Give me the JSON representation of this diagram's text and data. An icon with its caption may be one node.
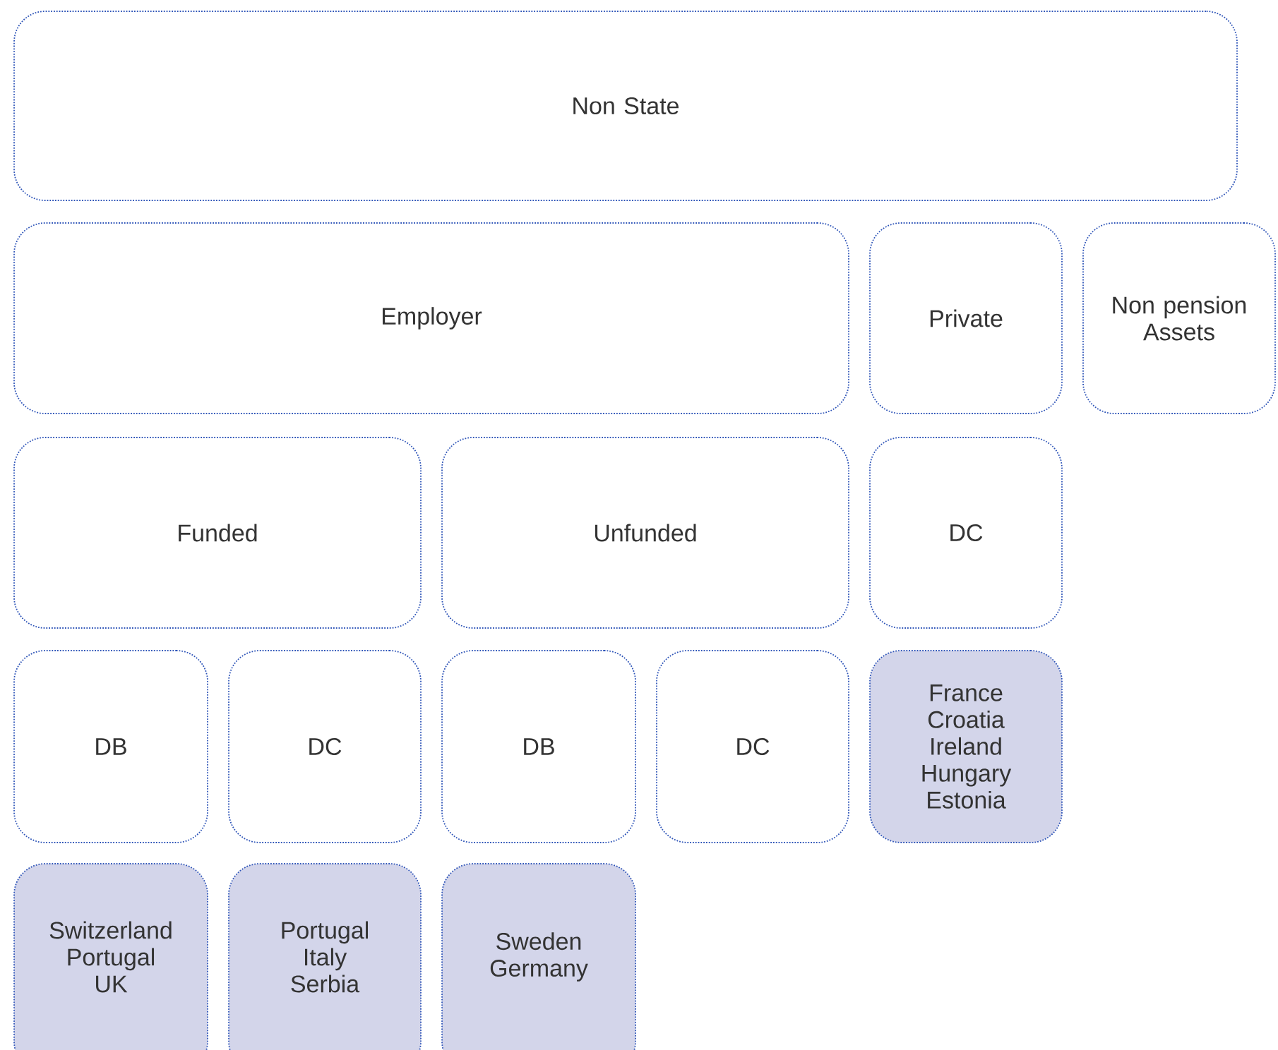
{
  "diagram": {
    "nodes": [
      {
        "text": [
          "Non State"
        ]
      },
      {
        "text": [
          "Employer"
        ]
      },
      {
        "text": [
          "Private"
        ]
      },
      {
        "text": [
          "Non pension Assets"
        ]
      },
      {
        "text": [
          "Funded"
        ]
      },
      {
        "text": [
          "Unfunded"
        ]
      },
      {
        "text": [
          "DC"
        ]
      },
      {
        "text": [
          "DB"
        ]
      },
      {
        "text": [
          "DC"
        ]
      },
      {
        "text": [
          "DB"
        ]
      },
      {
        "text": [
          "DC"
        ]
      },
      {
        "text": [
          "France",
          "Croatia",
          "Ireland",
          "Hungary",
          "Estonia"
        ]
      },
      {
        "text": [
          "Switzerland",
          "Portugal",
          "UK"
        ]
      },
      {
        "text": [
          "Portugal",
          "Italy",
          "Serbia"
        ]
      },
      {
        "text": [
          "Sweden",
          "Germany"
        ]
      }
    ]
  }
}
